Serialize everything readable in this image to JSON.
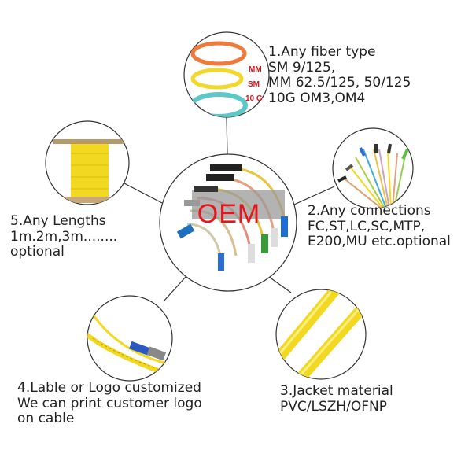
{
  "center": {
    "badge": "OEM"
  },
  "features": [
    {
      "lines": [
        "1.Any fiber type",
        "SM 9/125,",
        "MM 62.5/125, 50/125",
        "10G OM3,OM4"
      ],
      "tags": [
        "MM",
        "SM",
        "10 G"
      ]
    },
    {
      "lines": [
        "2.Any connections",
        "FC,ST,LC,SC,MTP,",
        "E200,MU etc.optional"
      ]
    },
    {
      "lines": [
        "3.Jacket material",
        "PVC/LSZH/OFNP"
      ]
    },
    {
      "lines": [
        "4.Lable or Logo customized",
        "We can print customer logo",
        "on cable"
      ]
    },
    {
      "lines": [
        "5.Any Lengths",
        "1m.2m,3m........",
        "optional"
      ]
    }
  ],
  "colors": {
    "accent": "#e8141c",
    "cable_yellow": "#f2d82a",
    "cable_orange": "#f07a3a",
    "cable_aqua": "#5cc8c8"
  }
}
